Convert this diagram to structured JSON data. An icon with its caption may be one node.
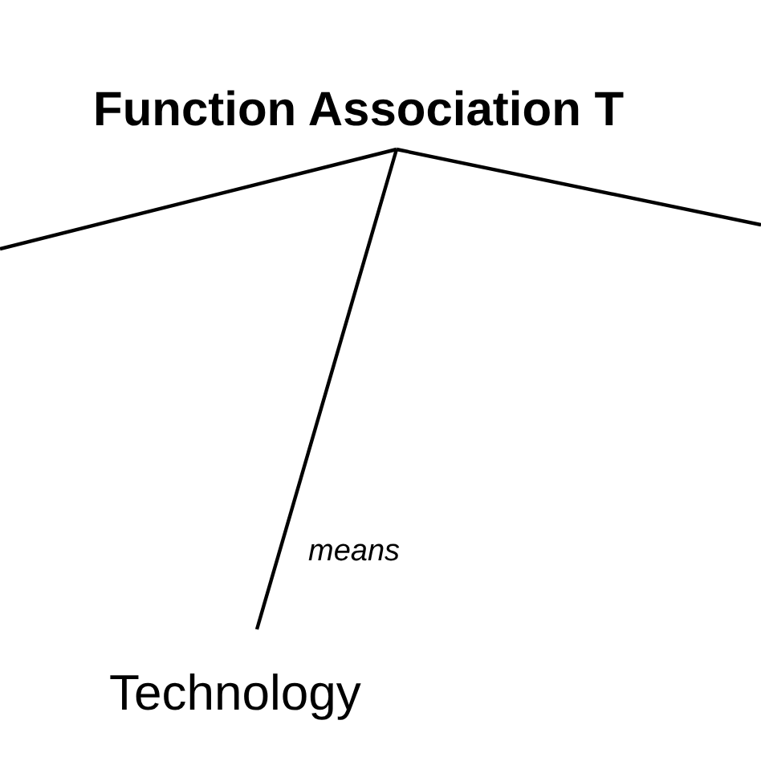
{
  "diagram": {
    "nodes": [
      {
        "text": [
          "Function Association T"
        ]
      },
      {
        "text": [
          "Technology"
        ]
      }
    ],
    "edges": [
      {
        "from": 0,
        "to": null,
        "arrow": "none"
      },
      {
        "from": 0,
        "to": 1,
        "arrow": "none",
        "label": "means"
      },
      {
        "from": 0,
        "to": null,
        "arrow": "none"
      }
    ]
  }
}
